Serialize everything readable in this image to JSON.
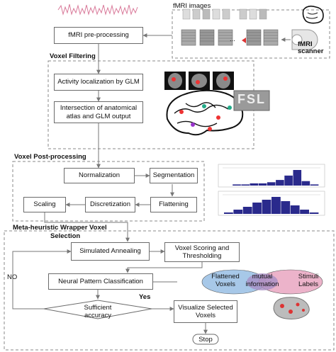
{
  "section_titles": {
    "fmri_images": "fMRI images",
    "fmri_scanner": "fMRI\nscanner",
    "voxel_filtering": "Voxel Filtering",
    "voxel_post_processing": "Voxel Post-processing",
    "meta_heuristic_line1": "Meta-heuristic Wrapper Voxel",
    "meta_heuristic_line2": "Selection"
  },
  "nodes": {
    "preprocessing": "fMRI pre-processing",
    "glm": "Activity localization by GLM",
    "intersection": "Intersection of anatomical atlas and GLM output",
    "normalization": "Normalization",
    "segmentation": "Segmentation",
    "flattening": "Flattening",
    "discretization": "Discretization",
    "scaling": "Scaling",
    "annealing": "Simulated Annealing",
    "scoring": "Voxel Scoring and Thresholding",
    "classification": "Neural Pattern Classification",
    "decision": "Sufficient accuracy",
    "visualize": "Visualize Selected Voxels",
    "stop": "Stop"
  },
  "edge_labels": {
    "no": "NO",
    "yes": "Yes"
  },
  "venn": {
    "left": "Flattened Voxels",
    "middle": "mutual information",
    "right": "Stimuli Labels"
  },
  "fsl_logo": "FSL",
  "dots": "...",
  "colors": {
    "border": "#6b6b6b",
    "arrow": "#777777",
    "venn_left": "#8ab6e0",
    "venn_right": "#e59ab8",
    "venn_mid": "#a88fc4",
    "histogram": "#2a2a8c",
    "signal": "#d97a9a"
  },
  "histograms": [
    {
      "values": [
        0,
        1,
        1,
        2,
        2,
        3,
        5,
        9,
        14,
        4,
        1
      ]
    },
    {
      "values": [
        1,
        3,
        5,
        8,
        10,
        12,
        9,
        6,
        3,
        1
      ]
    }
  ]
}
